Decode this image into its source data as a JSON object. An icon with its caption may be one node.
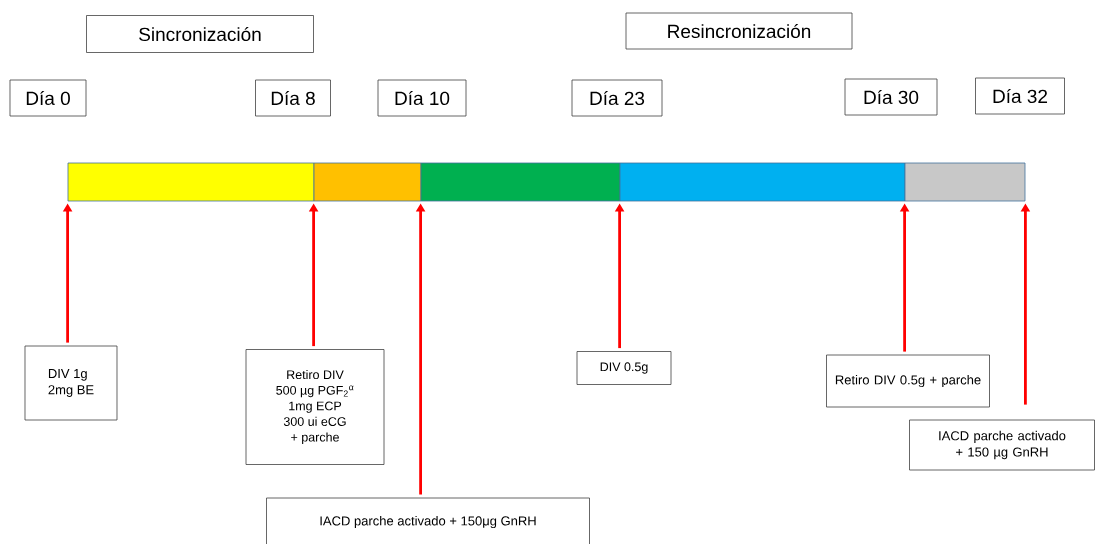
{
  "diagram": {
    "nodes": [
      {
        "text": [
          "Sincronización"
        ]
      },
      {
        "text": [
          "Resincronización"
        ]
      },
      {
        "text": [
          "Día 0"
        ]
      },
      {
        "text": [
          "Día 8"
        ]
      },
      {
        "text": [
          "Día 10"
        ]
      },
      {
        "text": [
          "Día 23"
        ]
      },
      {
        "text": [
          "Día 30"
        ]
      },
      {
        "text": [
          "Día 32"
        ]
      },
      {
        "text": [],
        "shape": "bar"
      },
      {
        "text": [],
        "shape": "bar"
      },
      {
        "text": [],
        "shape": "bar"
      },
      {
        "text": [],
        "shape": "bar"
      },
      {
        "text": [],
        "shape": "bar"
      },
      {
        "text": [
          "DIV 1g",
          "2mg BE"
        ]
      },
      {
        "text": [
          "Retiro DIV",
          "500 µg PGF$_{2}$$^{α}$",
          "1mg ECP",
          "300 ui eCG",
          "+ parche"
        ]
      },
      {
        "text": [
          "IACD parche activado + 150μg GnRH"
        ]
      },
      {
        "text": [
          "DIV 0.5g"
        ]
      },
      {
        "text": [
          "Retiro DIV 0.5g + parche"
        ]
      },
      {
        "text": [
          "IACD parche activado + 150 µg GnRH"
        ]
      }
    ],
    "edges": [
      {
        "from": 13,
        "to": 8,
        "arrow": "to"
      },
      {
        "from": 14,
        "to": 9,
        "arrow": "to"
      },
      {
        "from": 15,
        "to": 10,
        "arrow": "to"
      },
      {
        "from": 16,
        "to": 11,
        "arrow": "to"
      },
      {
        "from": 17,
        "to": 12,
        "arrow": "to"
      },
      {
        "from": 18,
        "to": 12,
        "arrow": "to"
      }
    ]
  }
}
